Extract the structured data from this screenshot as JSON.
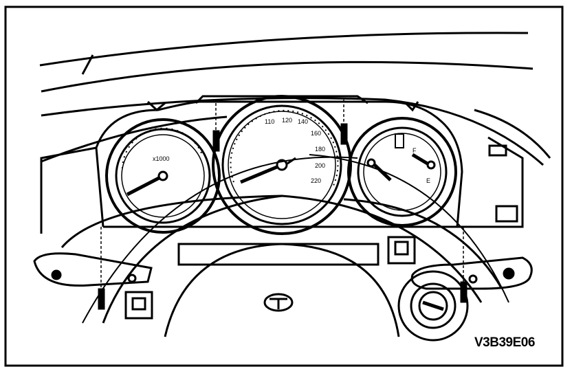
{
  "figure": {
    "code": "V3B39E06"
  },
  "speedometer": {
    "labels": [
      "110",
      "120",
      "140",
      "160",
      "180",
      "200",
      "220"
    ]
  },
  "colors": {
    "ink": "#000000",
    "paper": "#ffffff"
  }
}
